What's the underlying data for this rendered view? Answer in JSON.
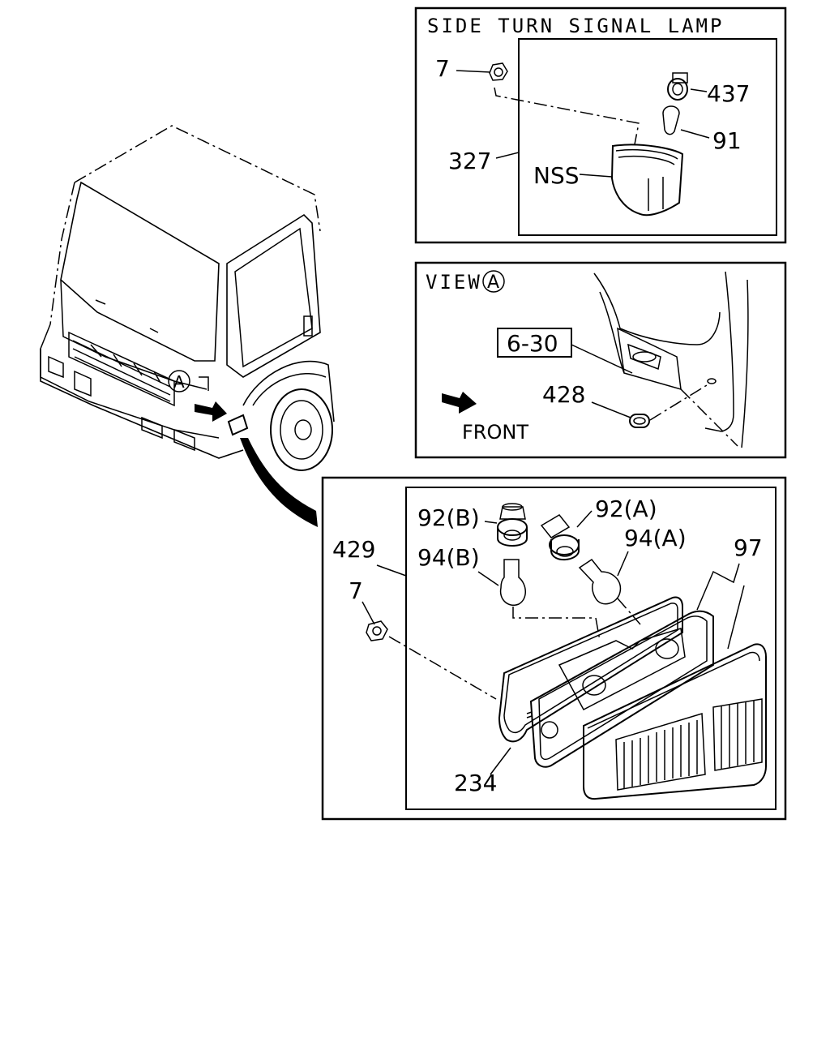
{
  "panels": {
    "side_lamp": {
      "title": "SIDE TURN SIGNAL LAMP",
      "callouts": {
        "nut": "7",
        "socket": "437",
        "bulb": "91",
        "assembly": "327",
        "lens": "NSS"
      }
    },
    "view_a": {
      "title": "VIEW",
      "view_marker": "A",
      "ref_box": "6-30",
      "grommet": "428",
      "front_label": "FRONT"
    },
    "combo_lamp": {
      "callouts": {
        "socket_b": "92(B)",
        "socket_a": "92(A)",
        "bulb_b": "94(B)",
        "bulb_a": "94(A)",
        "lens": "97",
        "assembly": "429",
        "nut": "7",
        "gasket": "234"
      }
    }
  },
  "truck": {
    "view_marker": "A"
  }
}
